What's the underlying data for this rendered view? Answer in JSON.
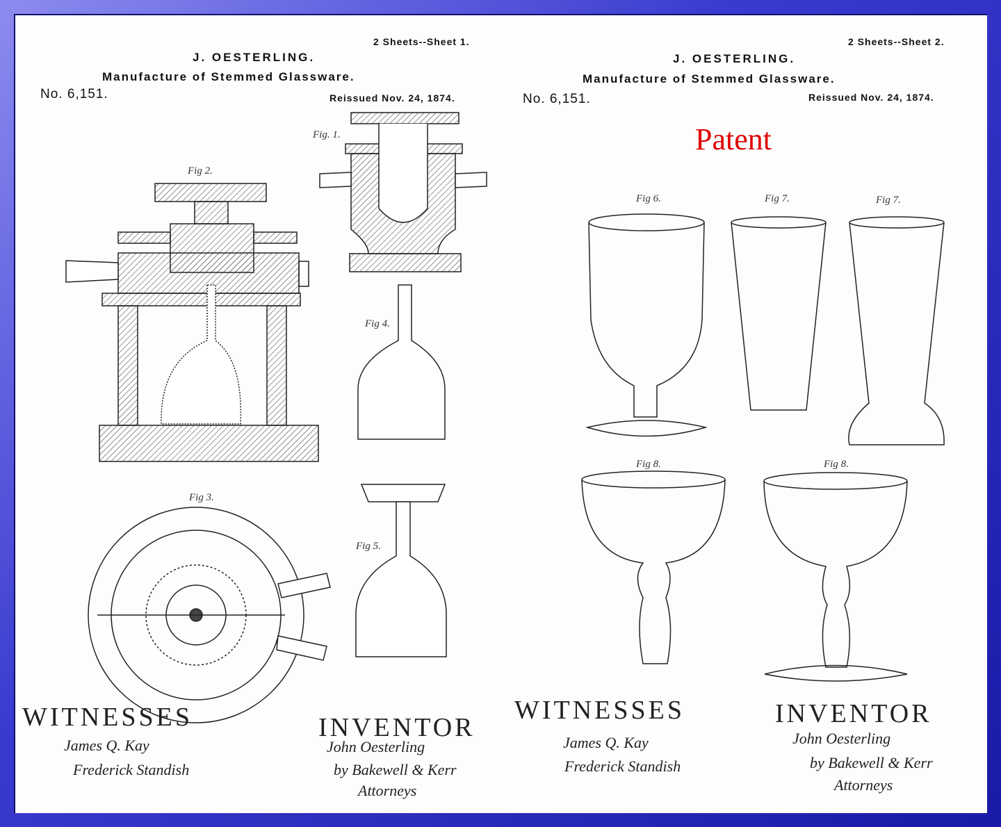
{
  "sheet1": {
    "sheet_label": "2 Sheets--Sheet 1.",
    "inventor": "J. OESTERLING.",
    "title": "Manufacture of Stemmed Glassware.",
    "number": "No. 6,151.",
    "reissued": "Reissued Nov. 24, 1874.",
    "figures": [
      "Fig 2.",
      "Fig. 1.",
      "Fig 4.",
      "Fig 5.",
      "Fig 3."
    ],
    "witnesses_label": "WITNESSES",
    "witnesses": [
      "James Q. Kay",
      "Frederick Standish"
    ],
    "inventor_label": "INVENTOR",
    "inventor_signature": [
      "John Oesterling",
      "by Bakewell & Kerr",
      "Attorneys"
    ]
  },
  "sheet2": {
    "sheet_label": "2 Sheets--Sheet 2.",
    "inventor": "J. OESTERLING.",
    "title": "Manufacture of Stemmed Glassware.",
    "number": "No. 6,151.",
    "reissued": "Reissued Nov. 24, 1874.",
    "overlay_label": "Patent",
    "figures": [
      "Fig 6.",
      "Fig 7.",
      "Fig 7.",
      "Fig 8.",
      "Fig 8."
    ],
    "witnesses_label": "WITNESSES",
    "witnesses": [
      "James Q. Kay",
      "Frederick Standish"
    ],
    "inventor_label": "INVENTOR",
    "inventor_signature": [
      "John Oesterling",
      "by Bakewell & Kerr",
      "Attorneys"
    ]
  },
  "colors": {
    "frame": "#2a2ac0",
    "overlay": "#e00000"
  }
}
